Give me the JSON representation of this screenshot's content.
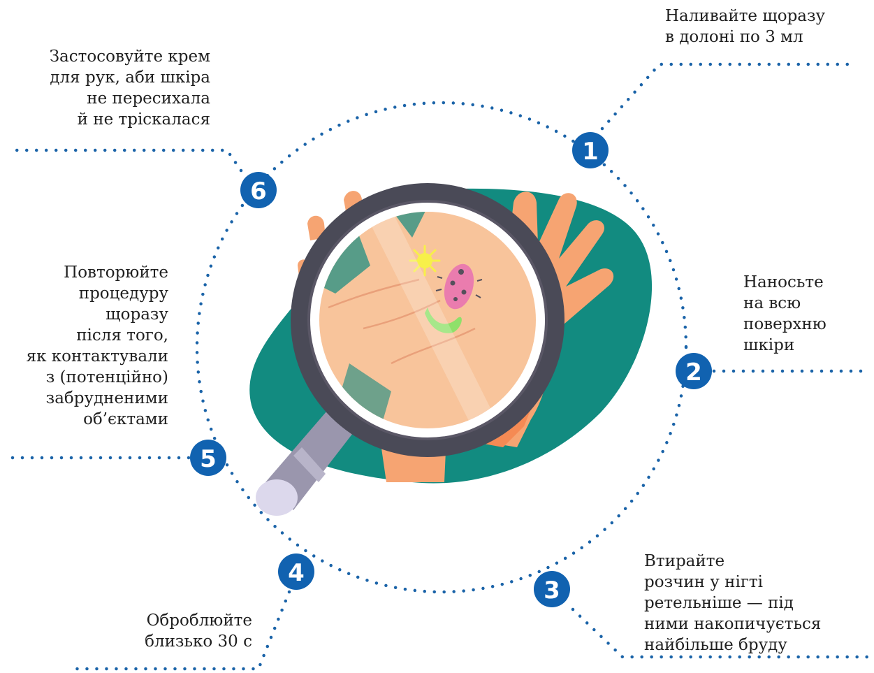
{
  "colors": {
    "badge": "#1162b0",
    "dots": "#1a63a8",
    "teal": "#128b80",
    "skin": "#f6a472",
    "skin_light": "#f8c49b",
    "skin_dark": "#f58a54",
    "lens_frame": "#4a4a57",
    "handle": "#9a96ad",
    "text": "#1f1f1f"
  },
  "illustration": {
    "name": "hands-under-magnifying-glass",
    "elements": [
      "magnifying-glass-icon",
      "bacteria-icon",
      "germ-icon",
      "hand-icon"
    ]
  },
  "steps": [
    {
      "number": "1",
      "text": "Наливайте щоразу\nв долоні по 3 мл"
    },
    {
      "number": "2",
      "text": "Наносьте\nна всю\nповерхню\nшкіри"
    },
    {
      "number": "3",
      "text": "Втирайте\nрозчин у нігті\nретельніше — під\nними накопичується\nнайбільше бруду"
    },
    {
      "number": "4",
      "text": "Оброблюйте\nблизько 30 с"
    },
    {
      "number": "5",
      "text": "Повторюйте\nпроцедуру\nщоразу\nпісля того,\nяк контактували\nз (потенційно)\nзабрудненими\nоб’єктами"
    },
    {
      "number": "6",
      "text": "Застосовуйте крем\nдля рук, аби шкіра\nне пересихала\nй не тріскалася"
    }
  ]
}
